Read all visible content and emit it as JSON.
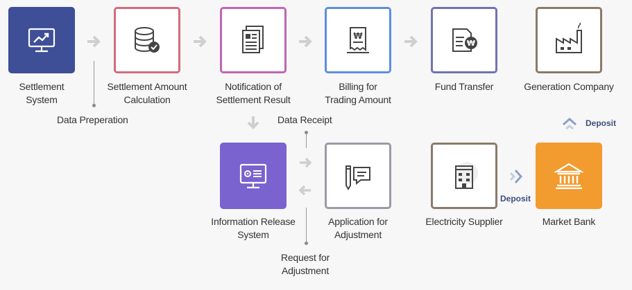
{
  "nodes": {
    "settlement_system": {
      "label_line1": "Settlement",
      "label_line2": "System",
      "color": "#3e4f97"
    },
    "settlement_amount": {
      "label_line1": "Settlement Amount",
      "label_line2": "Calculation",
      "color": "#d36b7d"
    },
    "notification": {
      "label_line1": "Notification of",
      "label_line2": "Settlement Result",
      "color": "#c066b3"
    },
    "billing": {
      "label_line1": "Billing for",
      "label_line2": "Trading Amount",
      "color": "#5d8ee0"
    },
    "fund_transfer": {
      "label_line1": "Fund Transfer",
      "color": "#6f74b0"
    },
    "generation_company": {
      "label_line1": "Generation Company",
      "color": "#8a7a6a"
    },
    "information_release": {
      "label_line1": "Information Release",
      "label_line2": "System",
      "color": "#7a62cf"
    },
    "application_adjustment": {
      "label_line1": "Application for",
      "label_line2": "Adjustment",
      "color": "#9a9aa8"
    },
    "electricity_supplier": {
      "label_line1": "Electricity Supplier",
      "color": "#8a7a6a"
    },
    "market_bank": {
      "label_line1": "Market Bank",
      "color": "#f29b2f"
    }
  },
  "notes": {
    "data_preperation": "Data Preperation",
    "data_receipt": "Data Receipt",
    "request_line1": "Request for",
    "request_line2": "Adjustment"
  },
  "deposits": {
    "to_generation": "Deposit",
    "to_bank": "Deposit"
  },
  "colors": {
    "arrow": "#cfcfcf",
    "deposit_arrow": "#8e9fc6"
  }
}
